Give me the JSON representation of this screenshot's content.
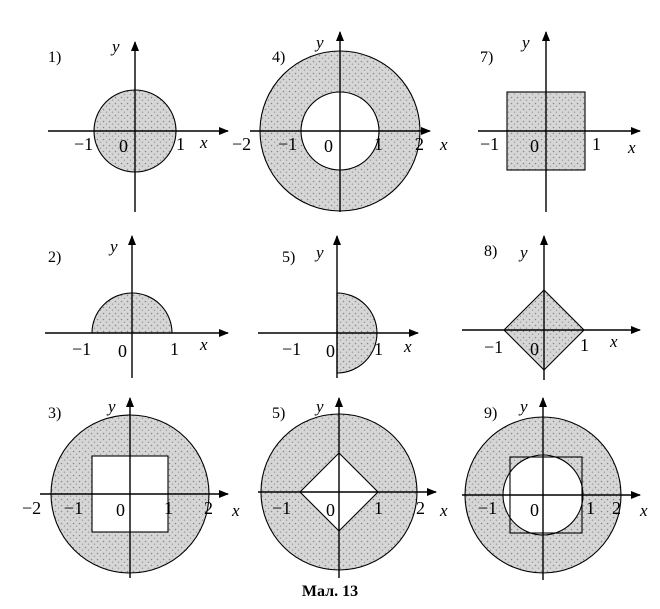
{
  "caption": "Мал. 13",
  "axis_labels": {
    "x": "x",
    "y": "y"
  },
  "origin_label": "0",
  "panels": [
    {
      "id": "p1",
      "number": "1)",
      "ticks": [
        "−1",
        "1"
      ],
      "shaded": "disk r=1"
    },
    {
      "id": "p4",
      "number": "4)",
      "ticks": [
        "−2",
        "−1",
        "1",
        "2"
      ],
      "shaded": "ring 1≤r≤2"
    },
    {
      "id": "p7",
      "number": "7)",
      "ticks": [
        "−1",
        "1"
      ],
      "shaded": "square |x|≤1, |y|≤1"
    },
    {
      "id": "p2",
      "number": "2)",
      "ticks": [
        "−1",
        "1"
      ],
      "shaded": "upper half-disk r=1"
    },
    {
      "id": "p5a",
      "number": "5)",
      "ticks": [
        "−1",
        "1"
      ],
      "shaded": "right half-disk r=1"
    },
    {
      "id": "p8",
      "number": "8)",
      "ticks": [
        "−1",
        "1"
      ],
      "shaded": "rhombus |x|+|y|≤1"
    },
    {
      "id": "p3",
      "number": "3)",
      "ticks": [
        "−2",
        "−1",
        "1",
        "2"
      ],
      "shaded": "disk r=2 minus square |x|≤1, |y|≤1"
    },
    {
      "id": "p5b",
      "number": "5)",
      "ticks": [
        "−1",
        "1",
        "2"
      ],
      "shaded": "disk r=2 minus rhombus |x|+|y|≤1"
    },
    {
      "id": "p9",
      "number": "9)",
      "ticks": [
        "−1",
        "1",
        "2"
      ],
      "shaded": "disk r=2 minus disk r=1, square |x|≤1, |y|≤1 drawn"
    }
  ],
  "colors": {
    "shade": "#cfcfcf",
    "ink": "#000000"
  }
}
